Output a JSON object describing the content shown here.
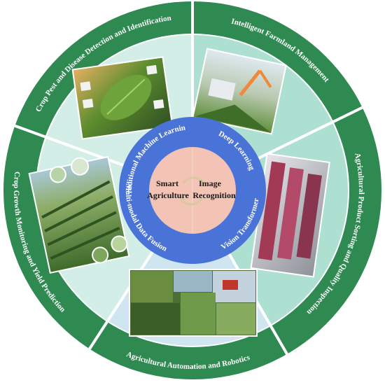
{
  "center": {
    "left_label_line1": "Smart",
    "left_label_line2": "Agriculture",
    "right_label_line1": "Image",
    "right_label_line2": "Recognition"
  },
  "techniques": [
    "Traditional Machine Learning",
    "Deep Learning",
    "Vision Transformer",
    "Multi-modal Data Fusion"
  ],
  "applications": [
    "Crop Pest and Disease Detection and Identification",
    "Intelligent Farmland Management",
    "Agricultural Product Sorting and Quality Inspection",
    "Agricultural Automation and Robotics",
    "Crop Growth Monitoring and Yield Prediction"
  ],
  "colors": {
    "outer_ring": "#2f8a52",
    "inner_ring": "#4a73d8",
    "core": "#f3c3b5",
    "seg_light": "#d3eee6",
    "seg_mid": "#aee0d2",
    "seg_blue": "#cfe5f0",
    "text_white": "#ffffff",
    "text_dark": "#1a1a1a"
  }
}
